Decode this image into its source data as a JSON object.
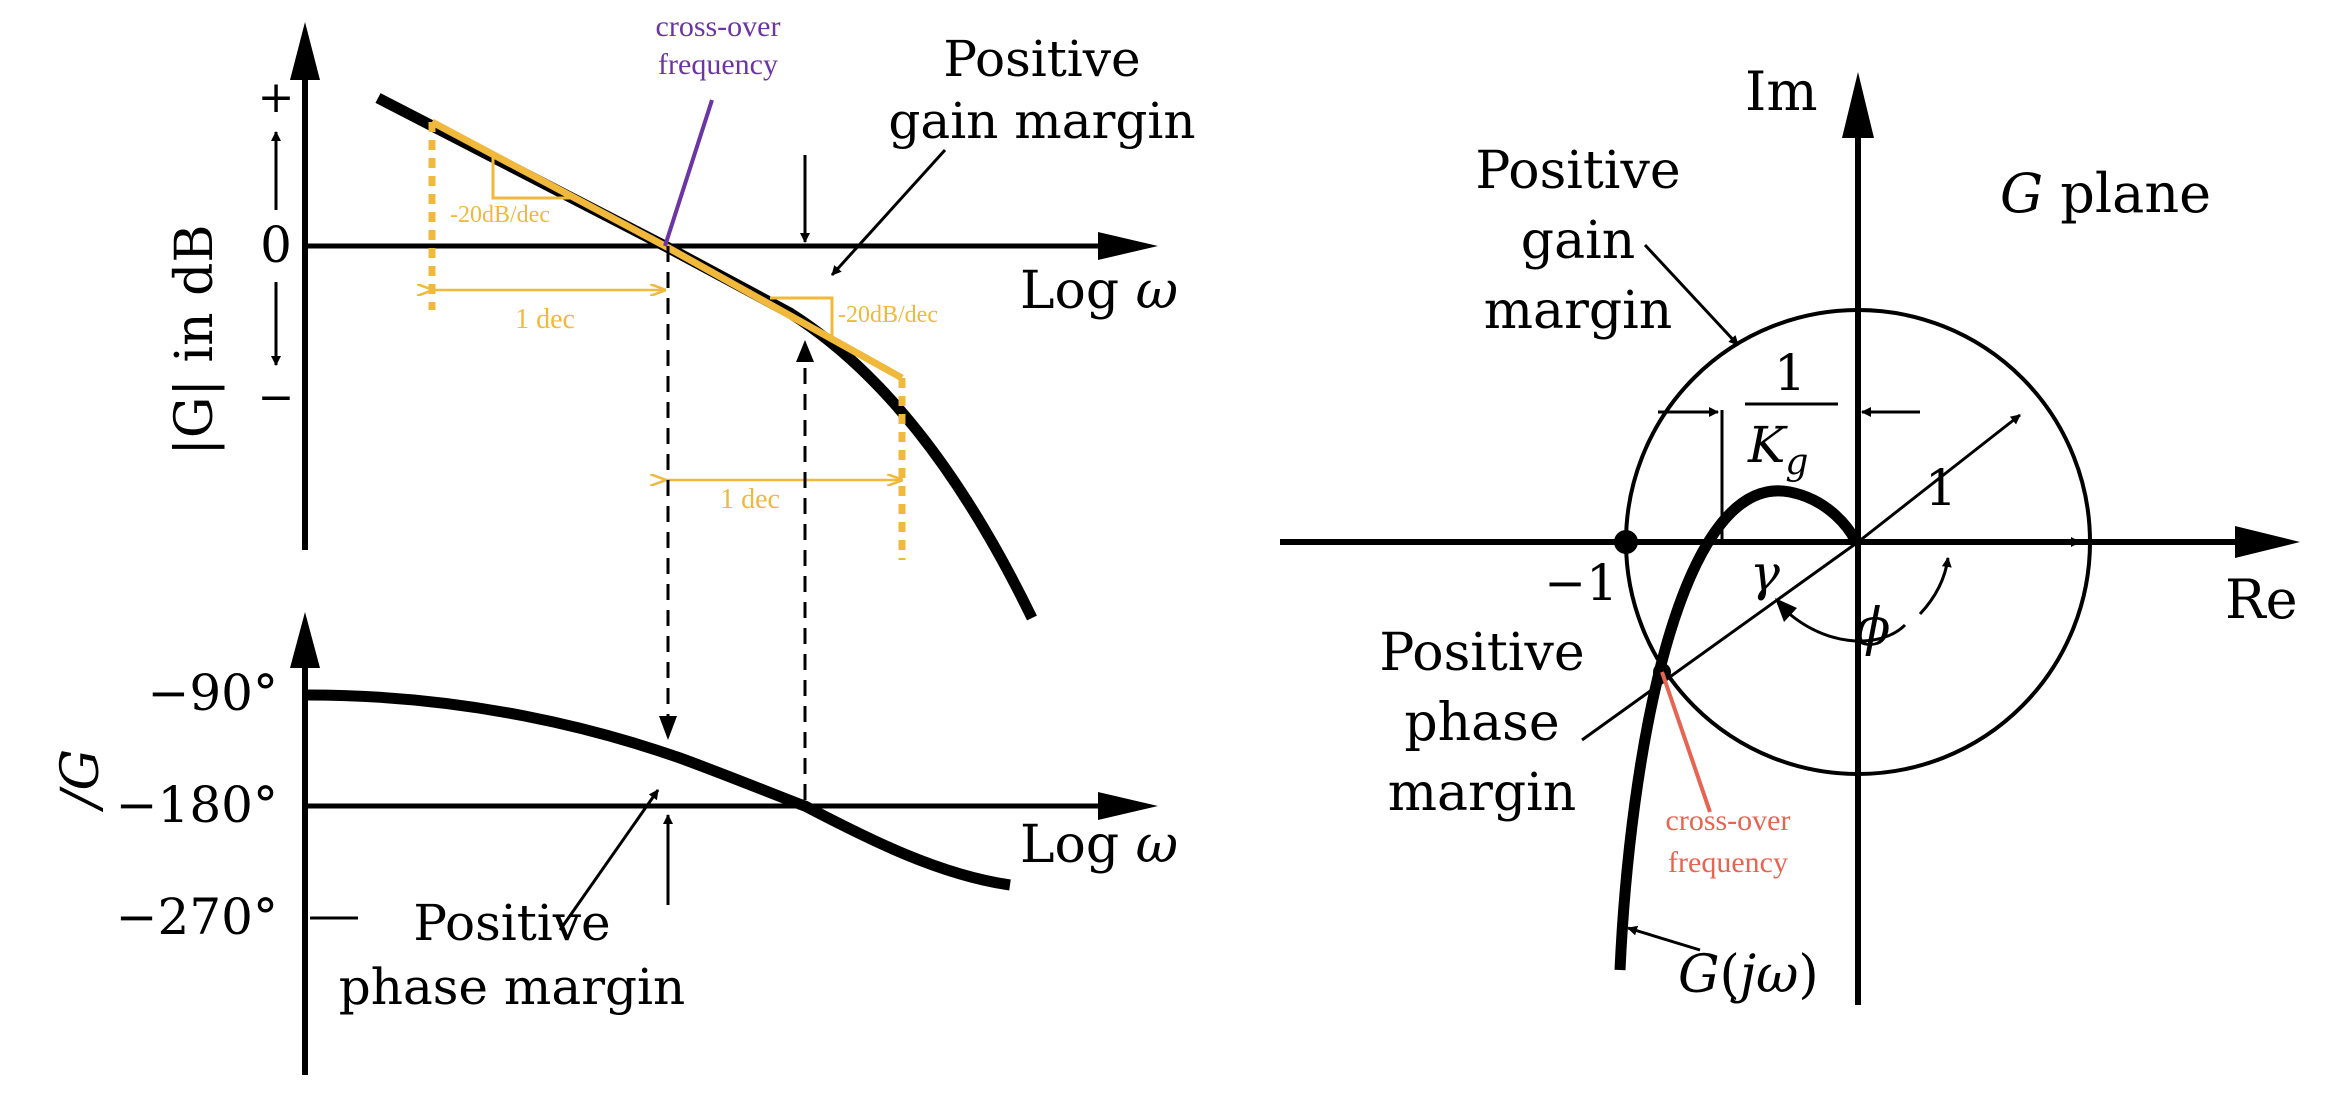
{
  "colors": {
    "ink": "#000000",
    "asymptote": "#f0b93c",
    "crossover_bode": "#6b35a3",
    "crossover_nyquist": "#e86452"
  },
  "bode": {
    "mag_axis": {
      "plus": "+",
      "zero": "0",
      "minus": "−",
      "ylabel": "|G| in dB",
      "xlabel_log": "Log ",
      "xlabel_omega": "ω"
    },
    "phase_axis": {
      "ylabel": "/G",
      "ticks": [
        "−90°",
        "−180°",
        "−270°"
      ],
      "xlabel_log": "Log ",
      "xlabel_omega": "ω"
    },
    "crossover": {
      "line1": "cross-over",
      "line2": "frequency"
    },
    "gain_margin": {
      "line1": "Positive",
      "line2": "gain margin"
    },
    "phase_margin": {
      "line1": "Positive",
      "line2": "phase margin"
    },
    "slope_labels": [
      "-20dB/dec",
      "-20dB/dec"
    ],
    "decade_labels": [
      "1 dec",
      "1 dec"
    ]
  },
  "nyquist": {
    "im": "Im",
    "re": "Re",
    "plane_g": "G",
    "plane_rest": " plane",
    "gain_margin": [
      "Positive",
      "gain",
      "margin"
    ],
    "frac_num": "1",
    "frac_den_k": "K",
    "frac_den_g": "g",
    "unit": "1",
    "minus_one": "−1",
    "gamma": "γ",
    "phi": "ϕ",
    "phase_margin": [
      "Positive",
      "phase",
      "margin"
    ],
    "crossover": {
      "line1": "cross-over",
      "line2": "frequency"
    },
    "curve": {
      "g": "G",
      "rest1": "(",
      "j": "j",
      "omega": "ω",
      "rest2": ")"
    }
  }
}
